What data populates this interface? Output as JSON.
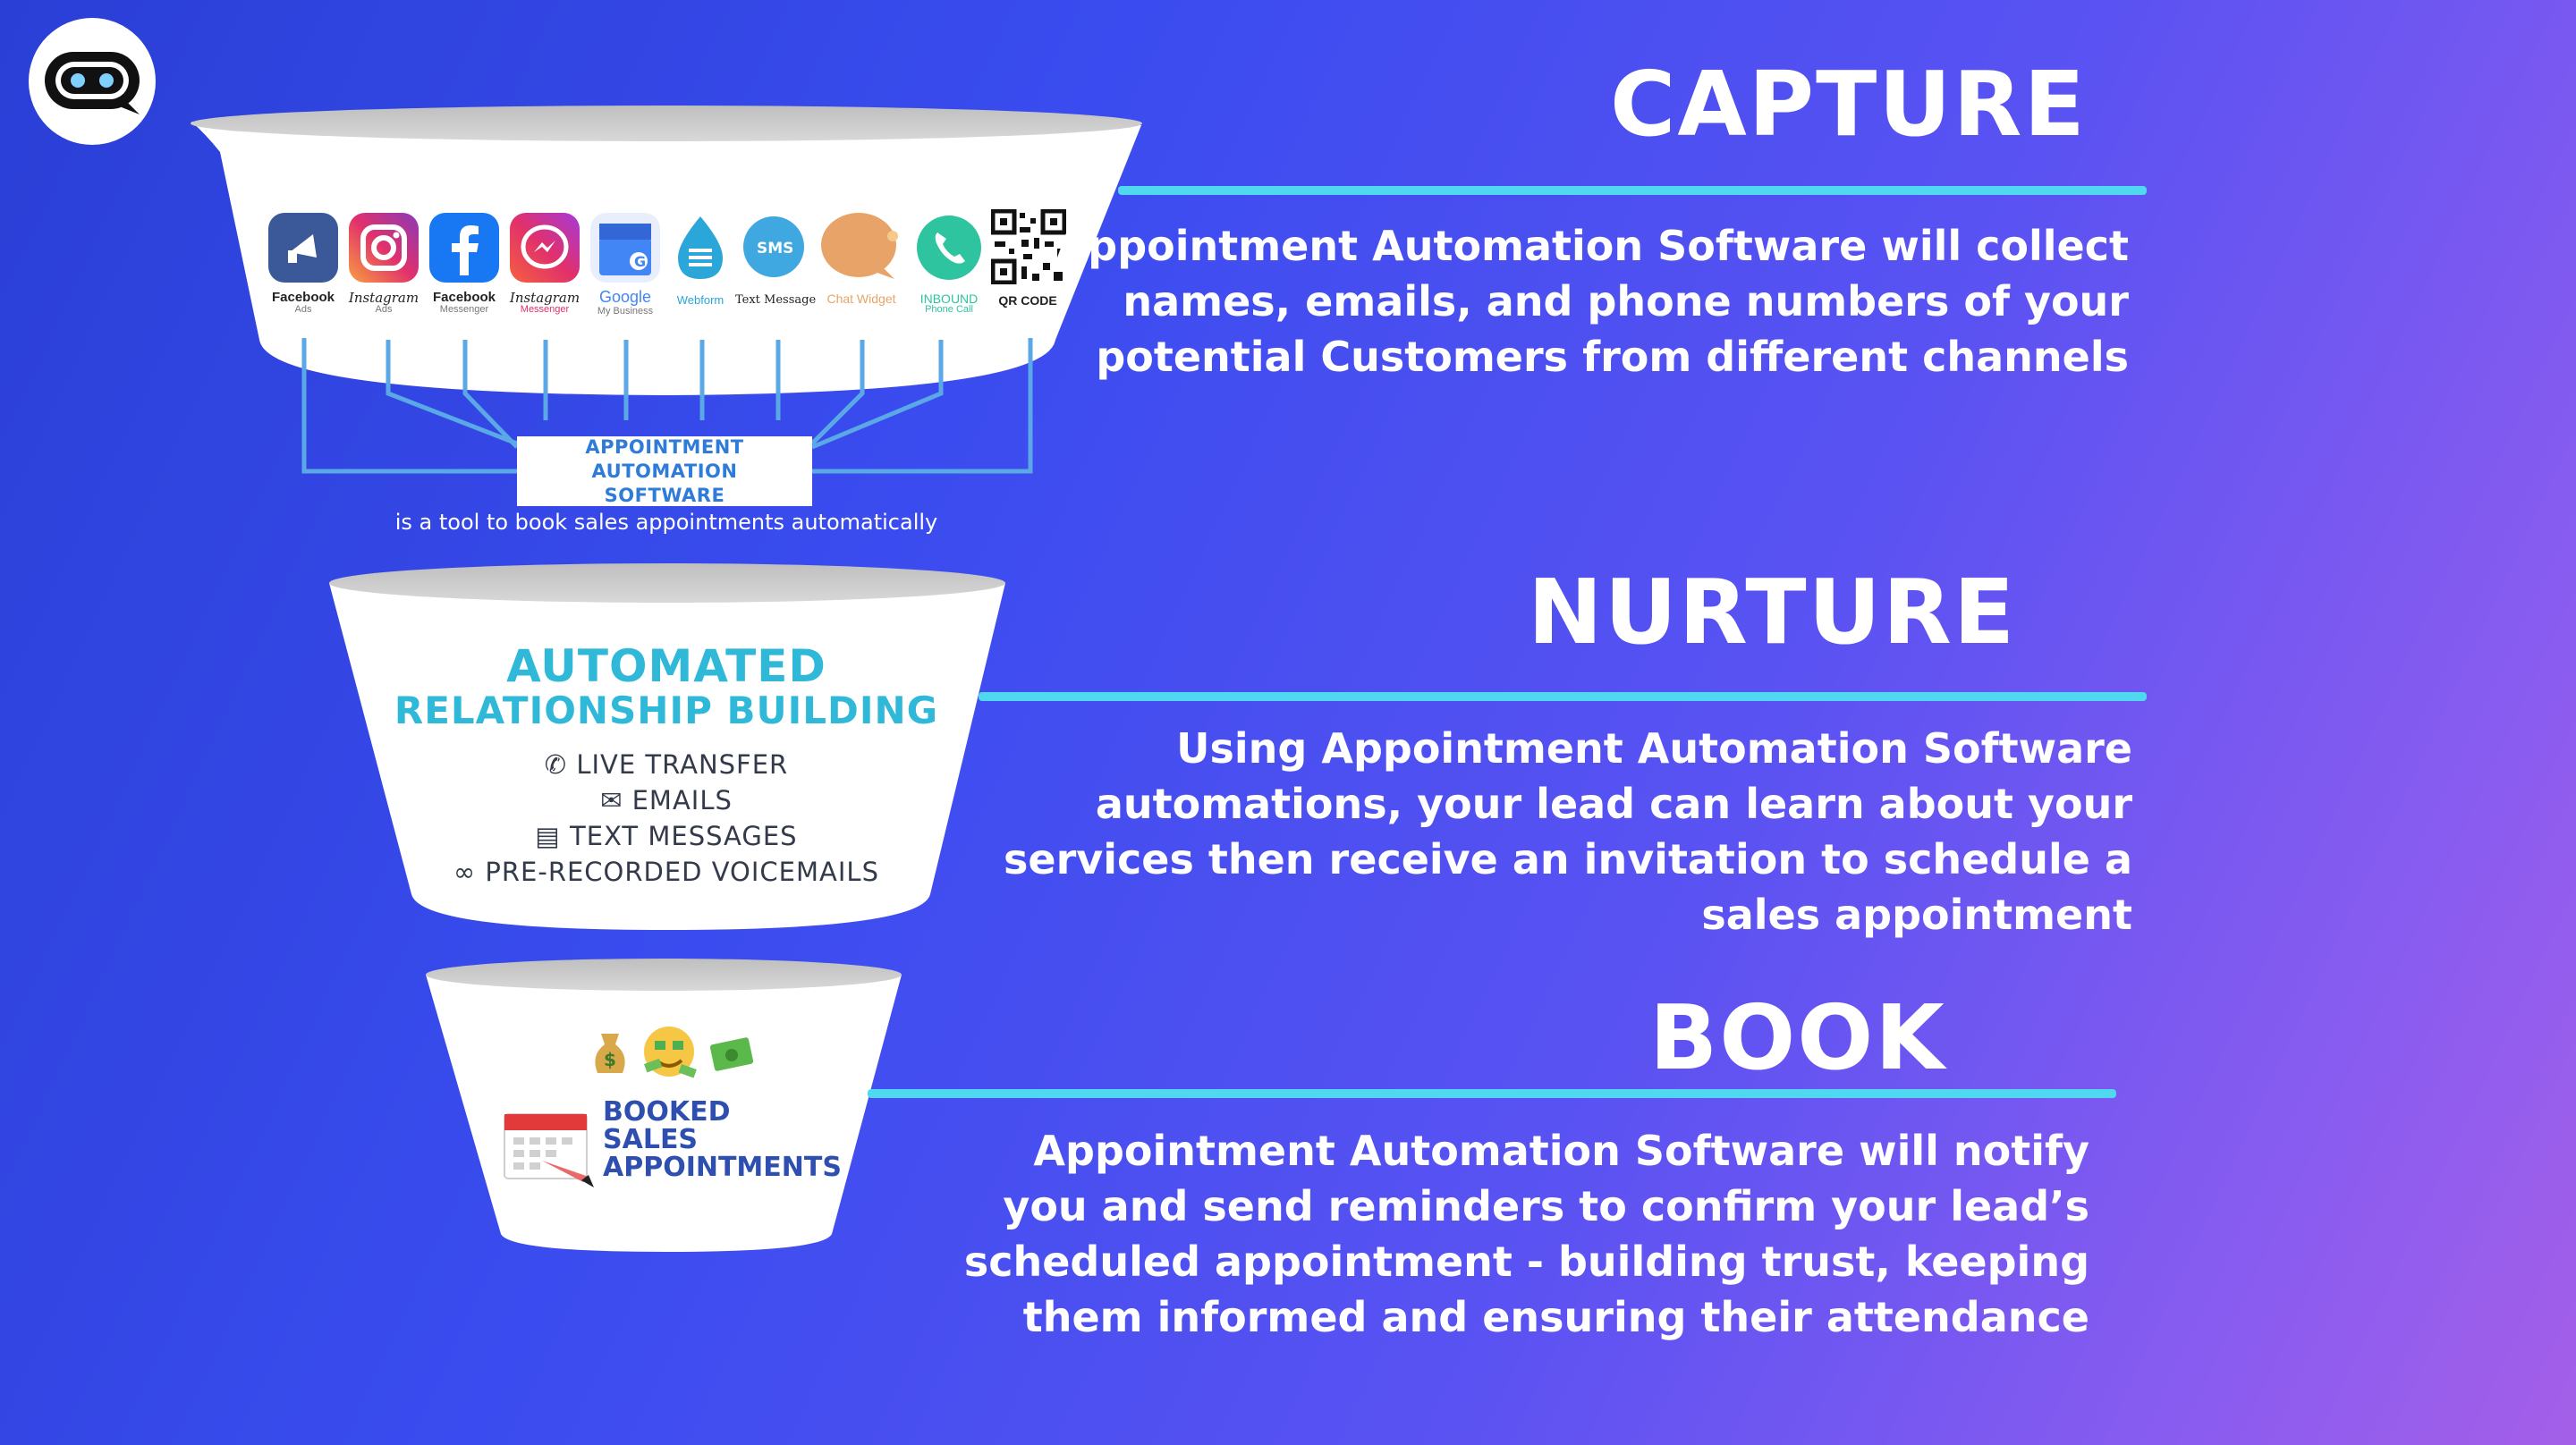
{
  "logo": {
    "icon": "robot-chat-icon"
  },
  "capture": {
    "heading": "CAPTURE",
    "lines": [
      "Appointment Automation Software will collect",
      "names, emails, and phone numbers of your",
      "potential Customers from different channels"
    ]
  },
  "nurture": {
    "heading": "NURTURE",
    "lines": [
      "Using Appointment Automation Software",
      "automations, your lead can learn about your",
      "services then receive an invitation to schedule a",
      "sales appointment"
    ]
  },
  "book": {
    "heading": "BOOK",
    "lines": [
      "Appointment Automation Software will notify",
      "you and send reminders to confirm your lead’s",
      "scheduled appointment - building trust, keeping",
      "them informed and ensuring their attendance"
    ]
  },
  "funnel_top": {
    "channels": [
      {
        "label": "Facebook",
        "sub": "Ads",
        "icon": "facebook-ads-icon",
        "color": "#3b5998"
      },
      {
        "label": "Instagram",
        "sub": "Ads",
        "icon": "instagram-icon",
        "color": "#d6249f"
      },
      {
        "label": "Facebook",
        "sub": "Messenger",
        "icon": "facebook-icon",
        "color": "#1877f2"
      },
      {
        "label": "Instagram",
        "sub": "Messenger",
        "icon": "instagram-messenger-icon",
        "color": "#e1306c"
      },
      {
        "label": "Google",
        "sub": "My Business",
        "icon": "google-my-business-icon",
        "color": "#4285f4"
      },
      {
        "label": "Webform",
        "sub": "",
        "icon": "webform-icon",
        "color": "#2aa6d8"
      },
      {
        "label": "Text Message",
        "sub": "",
        "icon": "sms-icon",
        "color": "#3fa8e0"
      },
      {
        "label": "Chat Widget",
        "sub": "",
        "icon": "chat-widget-icon",
        "color": "#e8a468"
      },
      {
        "label": "INBOUND",
        "sub": "Phone Call",
        "icon": "inbound-phone-icon",
        "color": "#2ec4a0"
      },
      {
        "label": "QR CODE",
        "sub": "",
        "icon": "qr-code-icon",
        "color": "#111111"
      }
    ],
    "box_lines": [
      "APPOINTMENT AUTOMATION",
      "SOFTWARE"
    ],
    "caption": "is a tool to book sales appointments automatically"
  },
  "funnel_middle": {
    "title_lines": [
      "AUTOMATED",
      "RELATIONSHIP BUILDING"
    ],
    "items": [
      {
        "label": "LIVE TRANSFER",
        "icon": "phone-icon"
      },
      {
        "label": "EMAILS",
        "icon": "envelope-icon"
      },
      {
        "label": "TEXT MESSAGES",
        "icon": "message-icon"
      },
      {
        "label": "PRE-RECORDED VOICEMAILS",
        "icon": "voicemail-icon"
      }
    ]
  },
  "funnel_bottom": {
    "emojis": [
      "money-bag-icon",
      "money-face-icon",
      "cash-icon"
    ],
    "label_lines": [
      "BOOKED",
      "SALES",
      "APPOINTMENTS"
    ],
    "icon": "calendar-icon"
  },
  "colors": {
    "accent_rule": "#4fd8f0",
    "title_cyan": "#2fb8d8",
    "box_text_blue": "#2e7bd8"
  }
}
